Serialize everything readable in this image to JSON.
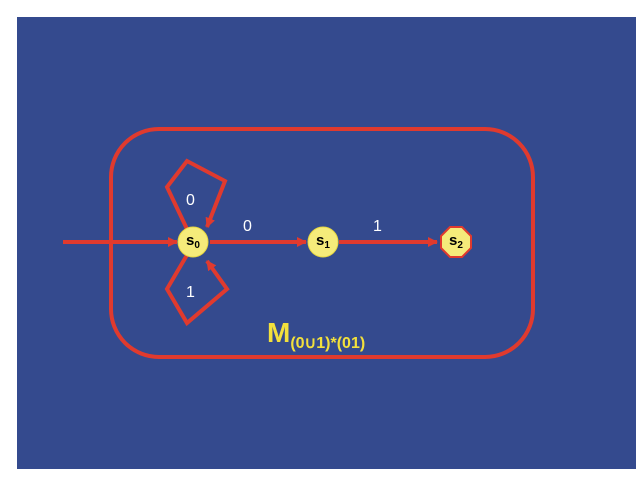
{
  "colors": {
    "background": "#344a8e",
    "outline": "#e03a2e",
    "state_fill": "#f5eb7a",
    "label_text": "#ffffff",
    "machine_label": "#f2e03c"
  },
  "states": [
    {
      "id": "s0",
      "base": "s",
      "sub": "0",
      "shape": "circle",
      "start": true
    },
    {
      "id": "s1",
      "base": "s",
      "sub": "1",
      "shape": "circle",
      "start": false
    },
    {
      "id": "s2",
      "base": "s",
      "sub": "2",
      "shape": "octagon",
      "accepting": true
    }
  ],
  "transitions": [
    {
      "from": "s0",
      "to": "s0",
      "label": "0",
      "placement": "above"
    },
    {
      "from": "s0",
      "to": "s0",
      "label": "1",
      "placement": "below"
    },
    {
      "from": "s0",
      "to": "s1",
      "label": "0"
    },
    {
      "from": "s1",
      "to": "s2",
      "label": "1"
    }
  ],
  "machine": {
    "name": "M",
    "subscript": "(0∪1)*(01)"
  }
}
